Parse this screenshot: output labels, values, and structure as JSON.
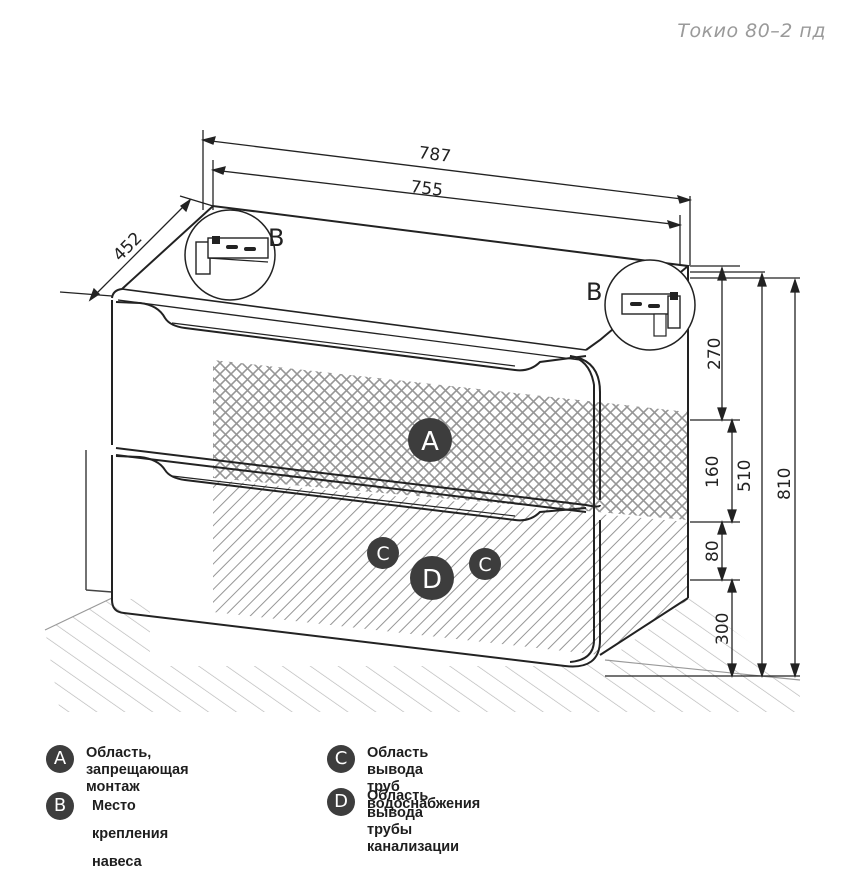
{
  "model_name": "Токио 80–2 пд",
  "dimensions": {
    "overall_width": "787",
    "inner_width": "755",
    "depth": "452",
    "top_zone": "270",
    "middle_zone": "160",
    "lower_zone": "80",
    "bottom_zone": "300",
    "combined_height": "510",
    "total_height": "810"
  },
  "zones": {
    "a_label": "A",
    "b_label": "B",
    "c_label": "C",
    "d_label": "D"
  },
  "legend": [
    {
      "letter": "A",
      "text": "Область, запрещающая\nмонтаж"
    },
    {
      "letter": "B",
      "text": "Место крепления навеса"
    },
    {
      "letter": "C",
      "text": "Область вывода\nтруб водоснабжения"
    },
    {
      "letter": "D",
      "text": "Область вывода трубы\nканализации"
    }
  ],
  "colors": {
    "badge": "#3d3d3d",
    "line": "#222222",
    "hatch": "#8a8a8a"
  }
}
